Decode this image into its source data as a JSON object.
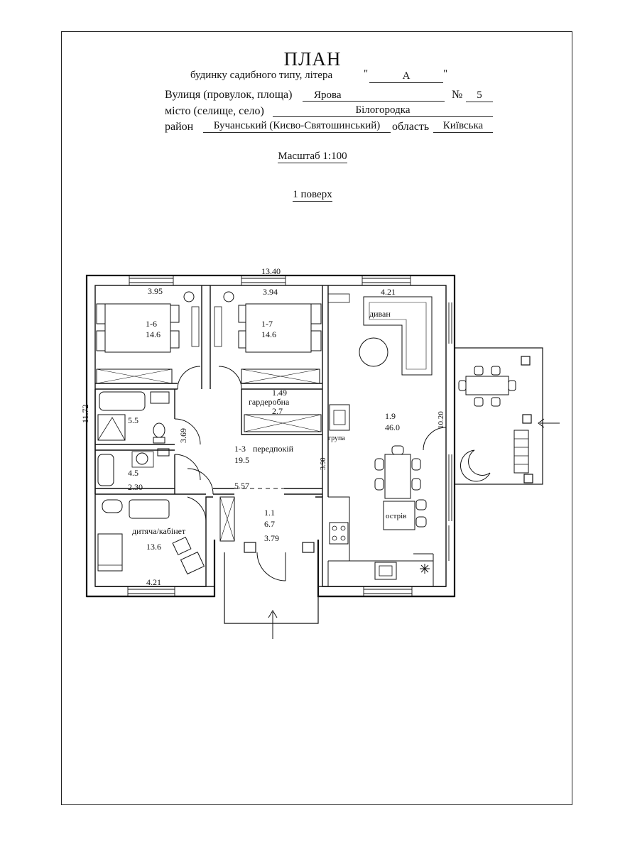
{
  "header": {
    "title": "ПЛАН",
    "subtitle_label": "будинку садибного типу, літера",
    "quote_open": "\"",
    "litera": "А",
    "quote_close": "\"",
    "street_label": "Вулиця (провулок, площа)",
    "street": "Ярова",
    "number_label": "№",
    "number": "5",
    "city_label": "місто (селище, село)",
    "city": "Білогородка",
    "district_label": "район",
    "district": "Бучанський (Києво-Святошинський)",
    "region_label": "область",
    "region": "Київська"
  },
  "scale": "Масштаб 1:100",
  "floor": "1 поверх",
  "dimensions": {
    "total_width": "13.40",
    "total_height": "11.72",
    "bed1_width": "3.95",
    "bed2_width": "3.94",
    "living_width": "4.21",
    "kids_width": "4.21",
    "hall_width": "5.57",
    "entry_width": "3.79",
    "bath2_width": "2.30",
    "hall_height": "3.69",
    "kitchen_gap": "10.20",
    "side_dim": "3.90"
  },
  "rooms": [
    {
      "id": "1-6",
      "area": "14.6"
    },
    {
      "id": "1-7",
      "area": "14.6"
    },
    {
      "id": "1.49",
      "name": "гардеробна",
      "area": "2.7"
    },
    {
      "id": "",
      "area": "5.5"
    },
    {
      "id": "",
      "area": "4.5"
    },
    {
      "id": "1-3",
      "name": "передпокій",
      "area": "19.5"
    },
    {
      "id": "1.9",
      "area": "46.0"
    },
    {
      "id": "1.1",
      "area": "6.7"
    },
    {
      "name": "дитяча/кабінет",
      "area": "13.6"
    }
  ],
  "labels": {
    "sofa": "диван",
    "group": "група",
    "island": "острів"
  }
}
